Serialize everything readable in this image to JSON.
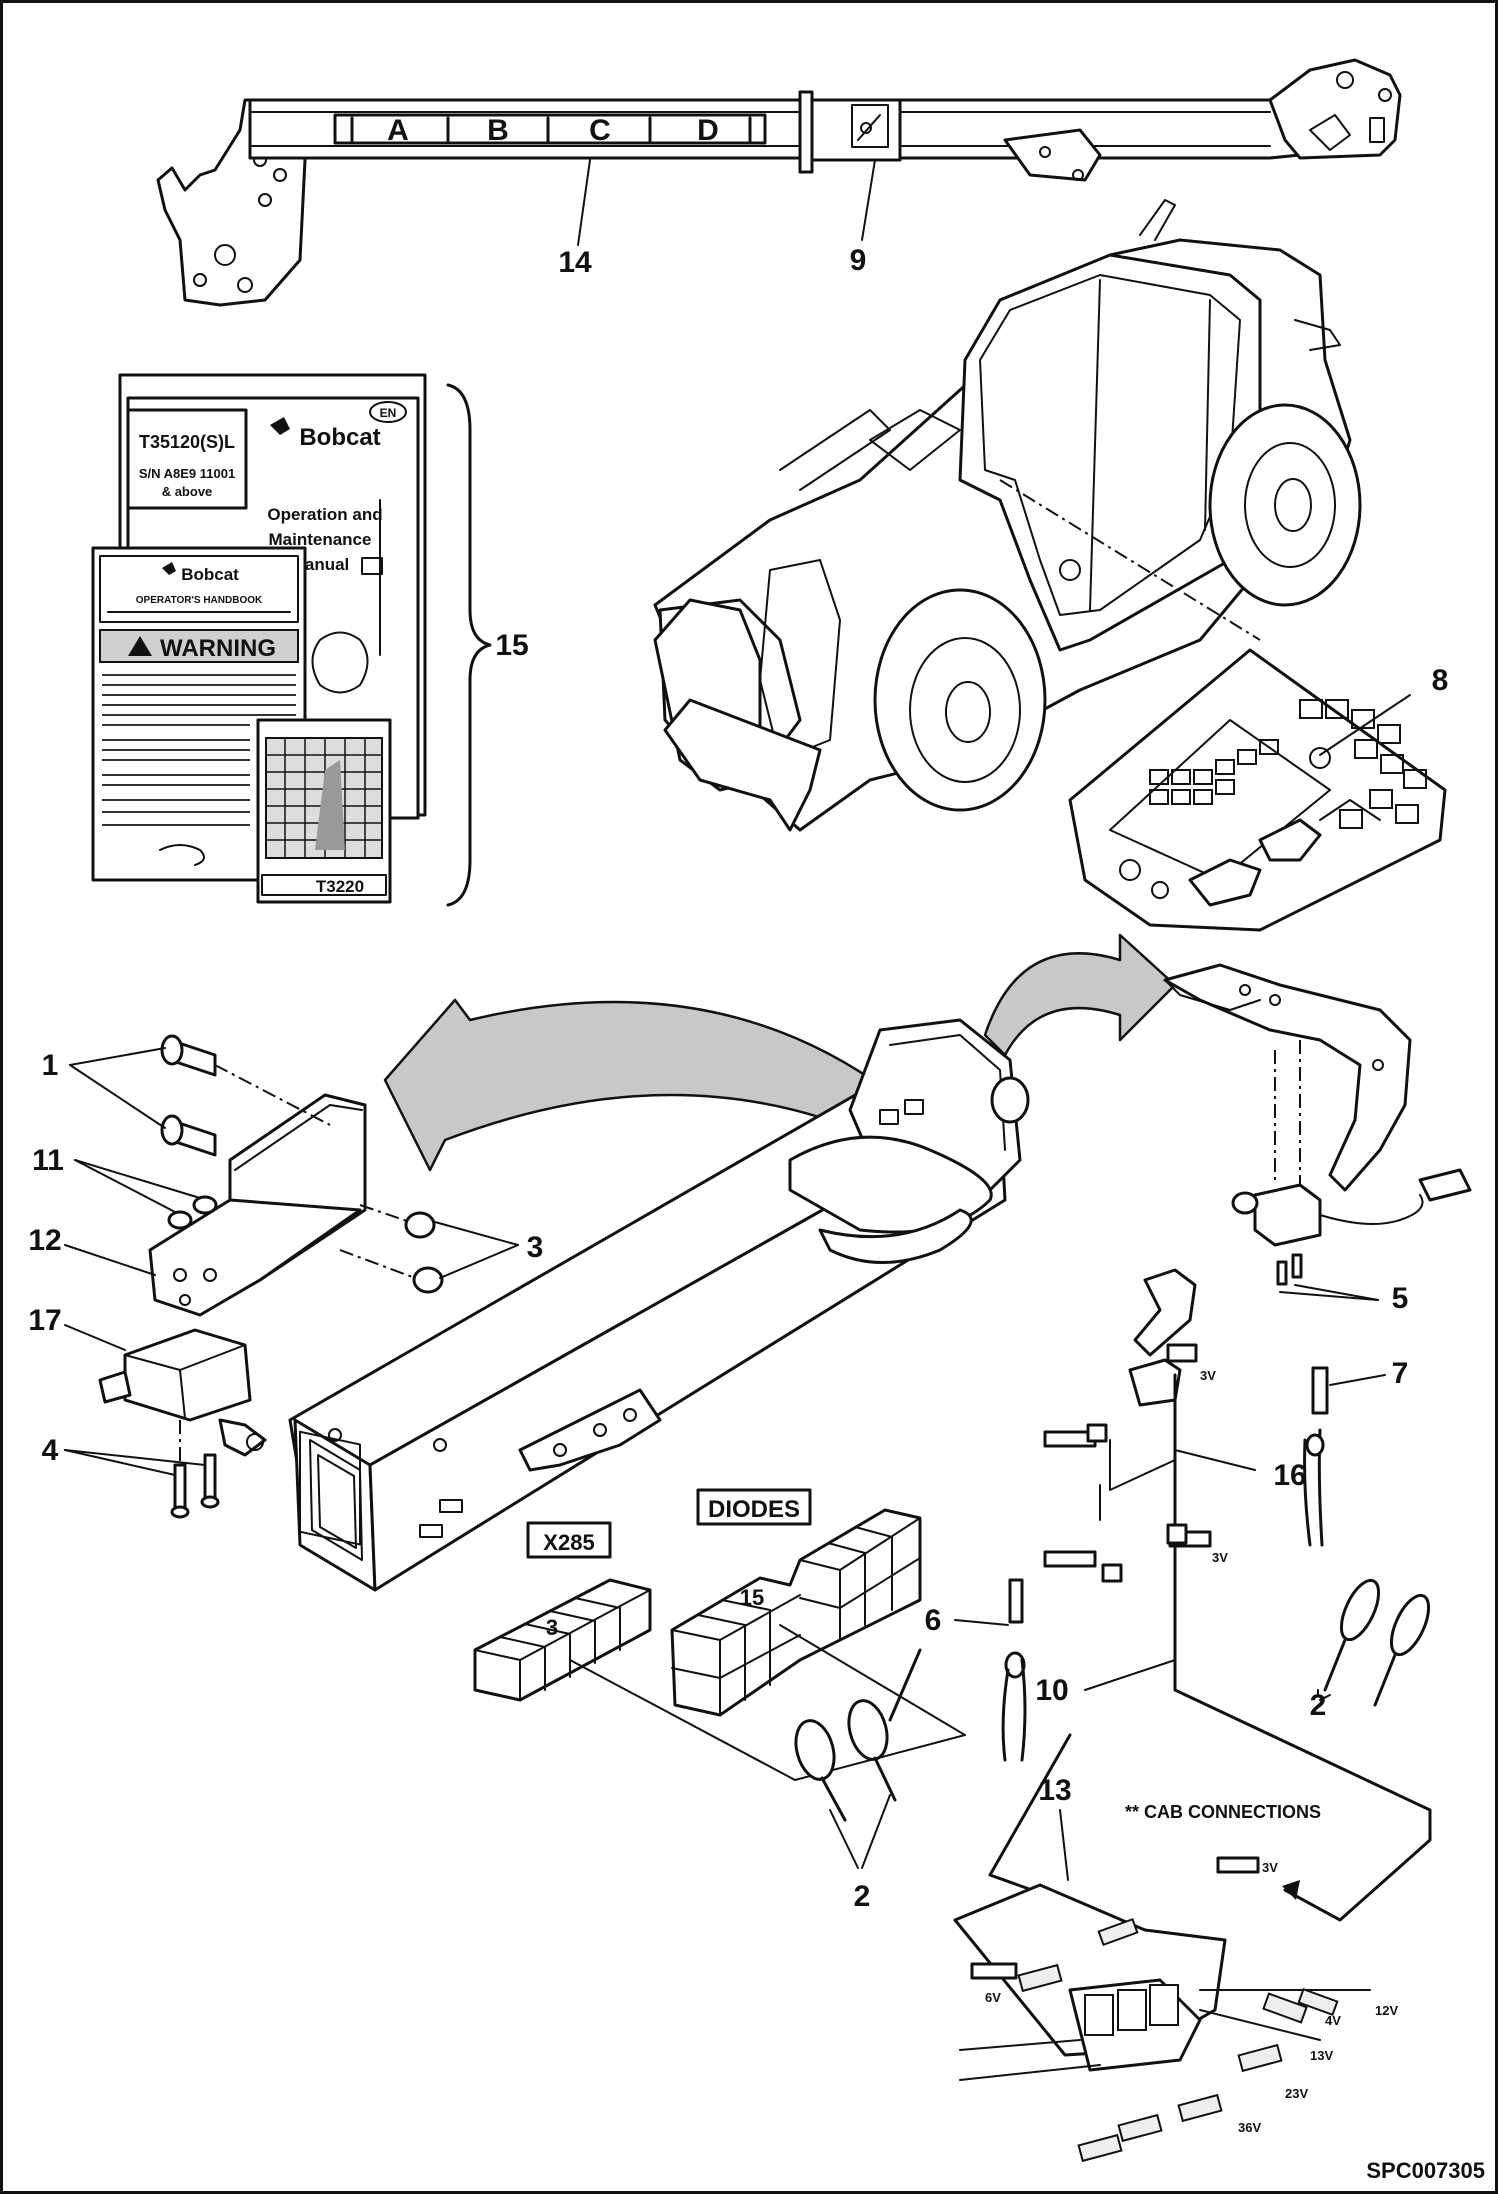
{
  "callouts": {
    "c14": "14",
    "c9": "9",
    "c15": "15",
    "c8": "8",
    "c1": "1",
    "c11": "11",
    "c12": "12",
    "c17": "17",
    "c3": "3",
    "c4": "4",
    "c5": "5",
    "c7": "7",
    "c16": "16",
    "c6": "6",
    "c10": "10",
    "c2a": "2",
    "c2b": "2",
    "c13": "13"
  },
  "boom_decal": {
    "letters": [
      "A",
      "B",
      "C",
      "D"
    ]
  },
  "manual": {
    "model_label": "T35120(S)L",
    "serial_label": "S/N A8E9 11001",
    "serial_suffix": "& above",
    "brand": "Bobcat",
    "title_line1": "Operation and",
    "title_line2": "Maintenance",
    "title_line3": "Manual",
    "badge": "EN"
  },
  "handbook": {
    "brand": "Bobcat",
    "heading": "OPERATOR'S HANDBOOK",
    "warning": "WARNING"
  },
  "load_chart": {
    "model": "T3220"
  },
  "box_labels": {
    "x285": "X285",
    "x285_count": "3",
    "diodes": "DIODES",
    "diodes_count": "15"
  },
  "harness": {
    "cab_connections": "** CAB CONNECTIONS",
    "v3": "3V",
    "v6": "6V",
    "v12": "12V",
    "v13": "13V",
    "v23": "23V",
    "v36": "36V",
    "v4": "4V"
  },
  "drawing_code": "SPC007305"
}
